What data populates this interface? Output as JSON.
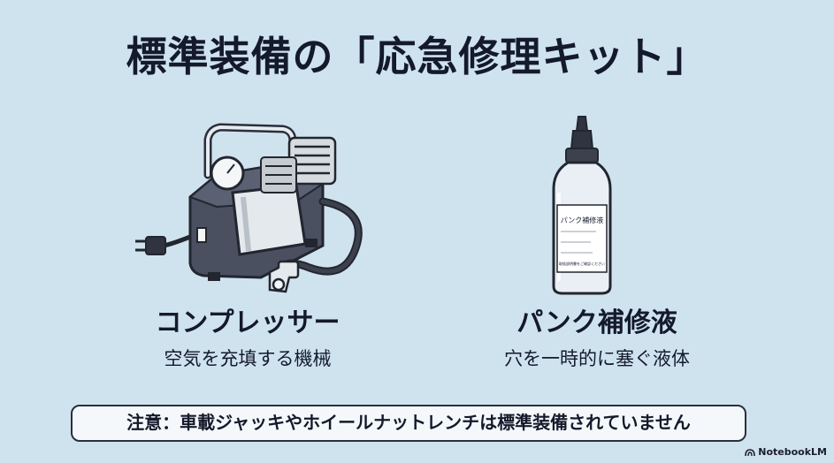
{
  "title": "標準装備の「応急修理キット」",
  "items": [
    {
      "name": "コンプレッサー",
      "desc": "空気を充填する機械"
    },
    {
      "name": "パンク補修液",
      "desc": "穴を一時的に塞ぐ液体"
    }
  ],
  "bottle_label": "パンク補修液",
  "bottle_small": "取扱説明書をご確認ください",
  "note": "注意：車載ジャッキやホイールナットレンチは標準装備されていません",
  "brand": "NotebookLM",
  "colors": {
    "background": "#cfe3ef",
    "ink": "#141a2b",
    "note_bg": "#f5f8fb"
  }
}
